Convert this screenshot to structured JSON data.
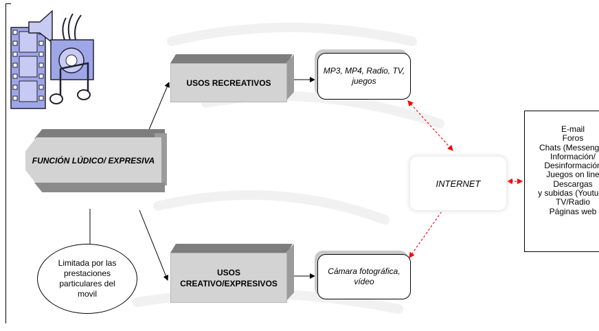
{
  "function_label": "FUNCIÓN LÚDICO/ EXPRESIVA",
  "recreational": {
    "label": "USOS RECREATIVOS",
    "examples": "MP3, MP4, Radio, TV, juegos"
  },
  "creative": {
    "label_line1": "USOS",
    "label_line2": "CREATIVO/EXPRESIVOS",
    "examples": "Cámara fotográfica, vídeo"
  },
  "limitation_lines": [
    "Limitada por las",
    "prestaciones",
    "particulares del",
    "movil"
  ],
  "internet_label": "INTERNET",
  "internet_services": [
    "E-mail",
    "Foros",
    "Chats (Messenger",
    "Información/",
    "Desinformación",
    "Juegos on line",
    "Descargas",
    "y subidas (Youtube",
    "TV/Radio",
    "Páginas web"
  ],
  "colors": {
    "box_front": "#d3d3d3",
    "box_top": "#7d7d7d",
    "dashed_arrow": "#ff0000"
  },
  "icons": [
    "media-clipart-icon"
  ]
}
